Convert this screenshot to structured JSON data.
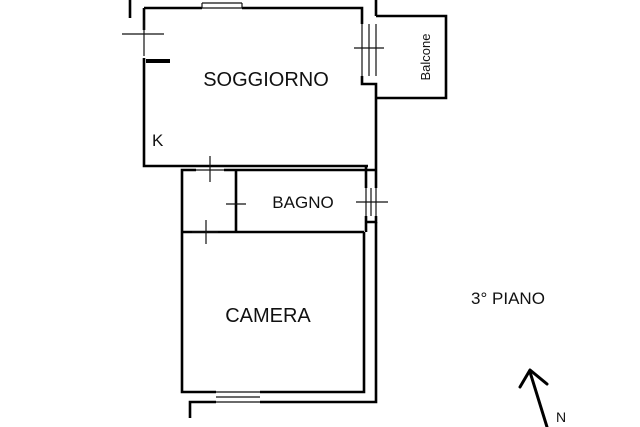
{
  "plan": {
    "rooms": [
      {
        "id": "soggiorno",
        "label": "SOGGIORNO"
      },
      {
        "id": "bagno",
        "label": "BAGNO"
      },
      {
        "id": "camera",
        "label": "CAMERA"
      },
      {
        "id": "balcone",
        "label": "Balcone"
      }
    ],
    "kitchen_label": "K",
    "floor_label": "3° PIANO",
    "north_label": "N"
  },
  "colors": {
    "wall": "#000000",
    "window_line": "#111111",
    "background": "#ffffff"
  },
  "icons": [
    "north-arrow-icon",
    "door-swing-icon"
  ]
}
